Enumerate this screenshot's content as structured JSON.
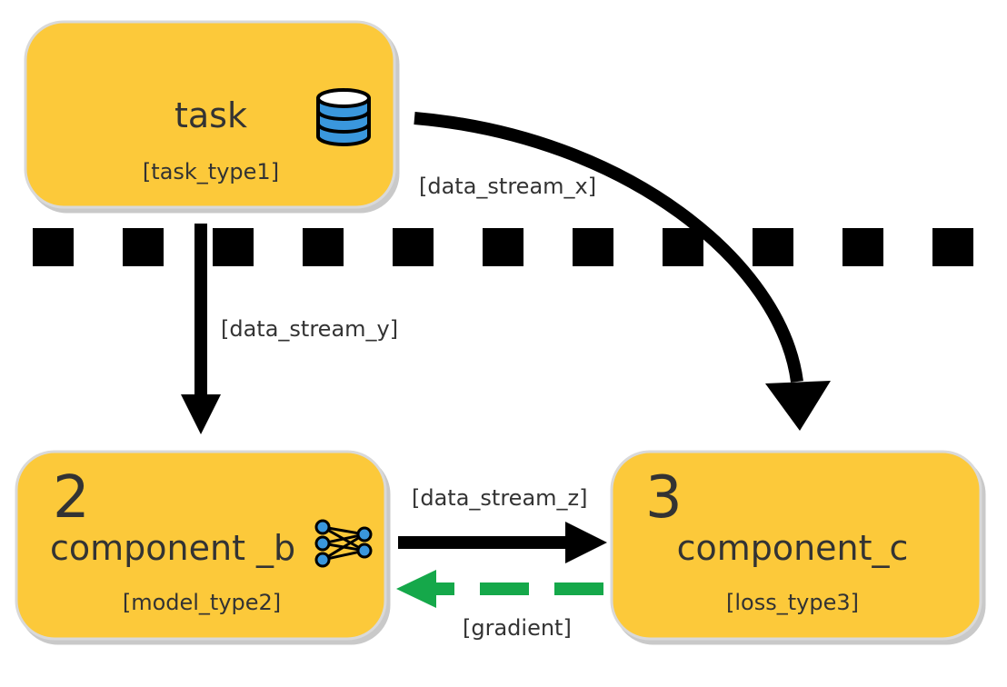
{
  "nodes": {
    "task": {
      "title": "task",
      "subtitle": "[task_type1]",
      "icon": "database-icon"
    },
    "component_b": {
      "number": "2",
      "title": "component _b",
      "subtitle": "[model_type2]",
      "icon": "neural-network-icon"
    },
    "component_c": {
      "number": "3",
      "title": "component_c",
      "subtitle": "[loss_type3]"
    }
  },
  "edges": {
    "task_to_c": {
      "label": "[data_stream_x]"
    },
    "task_to_b": {
      "label": "[data_stream_y]"
    },
    "b_to_c": {
      "label": "[data_stream_z]"
    },
    "c_to_b": {
      "label": "[gradient]"
    }
  },
  "colors": {
    "box_fill": "#fcc93a",
    "box_stroke": "#d9d9d9",
    "arrow": "#000000",
    "gradient_arrow": "#15a84a",
    "icon_blue": "#3a97dd"
  }
}
